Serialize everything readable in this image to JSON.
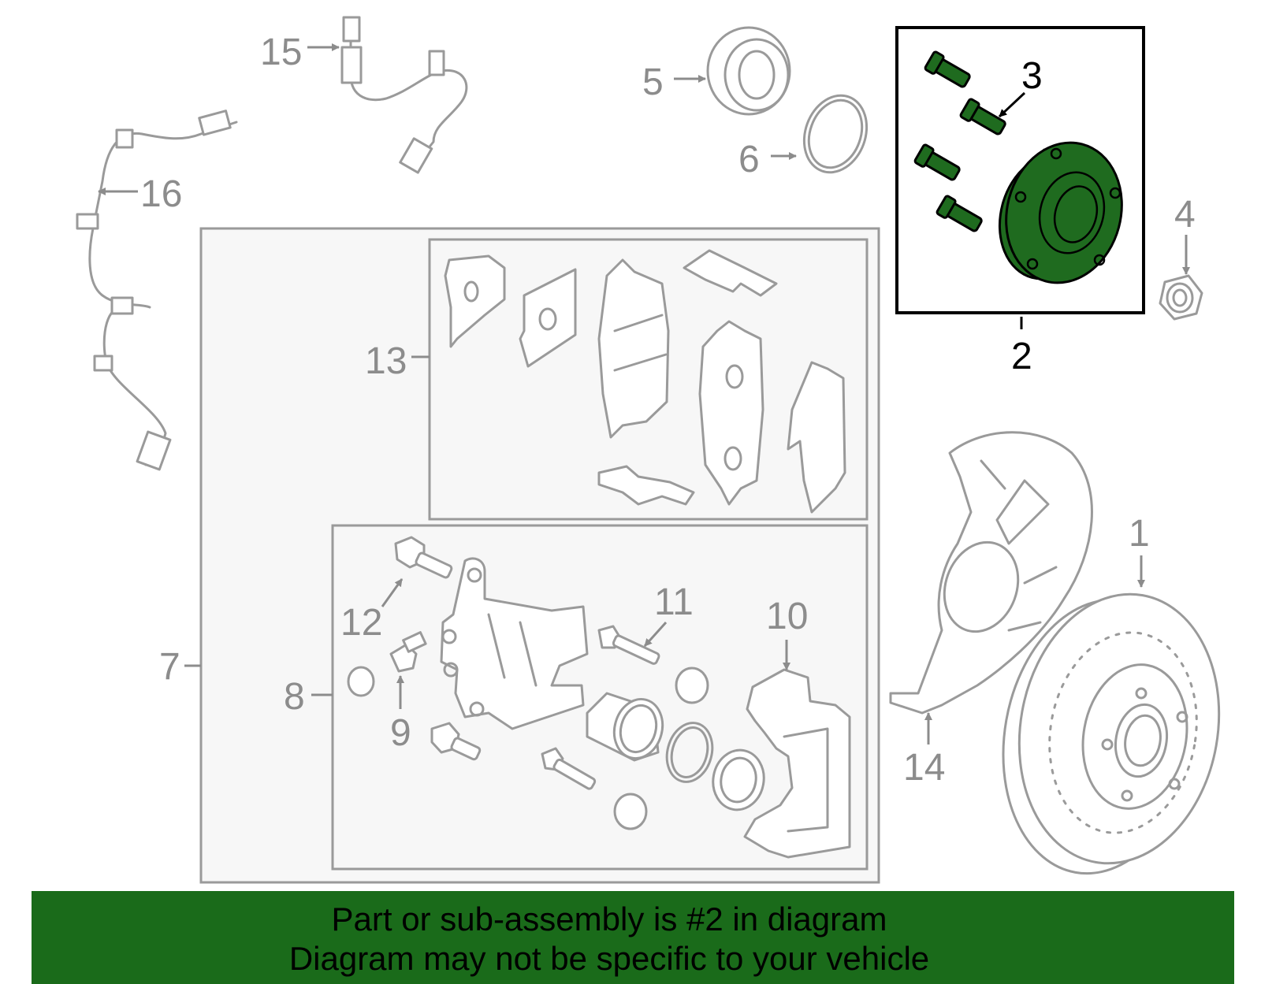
{
  "callouts": {
    "c1": "1",
    "c2": "2",
    "c3": "3",
    "c4": "4",
    "c5": "5",
    "c6": "6",
    "c7": "7",
    "c8": "8",
    "c9": "9",
    "c10": "10",
    "c11": "11",
    "c12": "12",
    "c13": "13",
    "c14": "14",
    "c15": "15",
    "c16": "16"
  },
  "highlight": {
    "part_number": "2",
    "color": "#1f6b1f"
  },
  "banner": {
    "line1": "Part or sub-assembly is #2 in diagram",
    "line2": "Diagram may not be specific to your vehicle",
    "background": "#1a6b1a"
  }
}
